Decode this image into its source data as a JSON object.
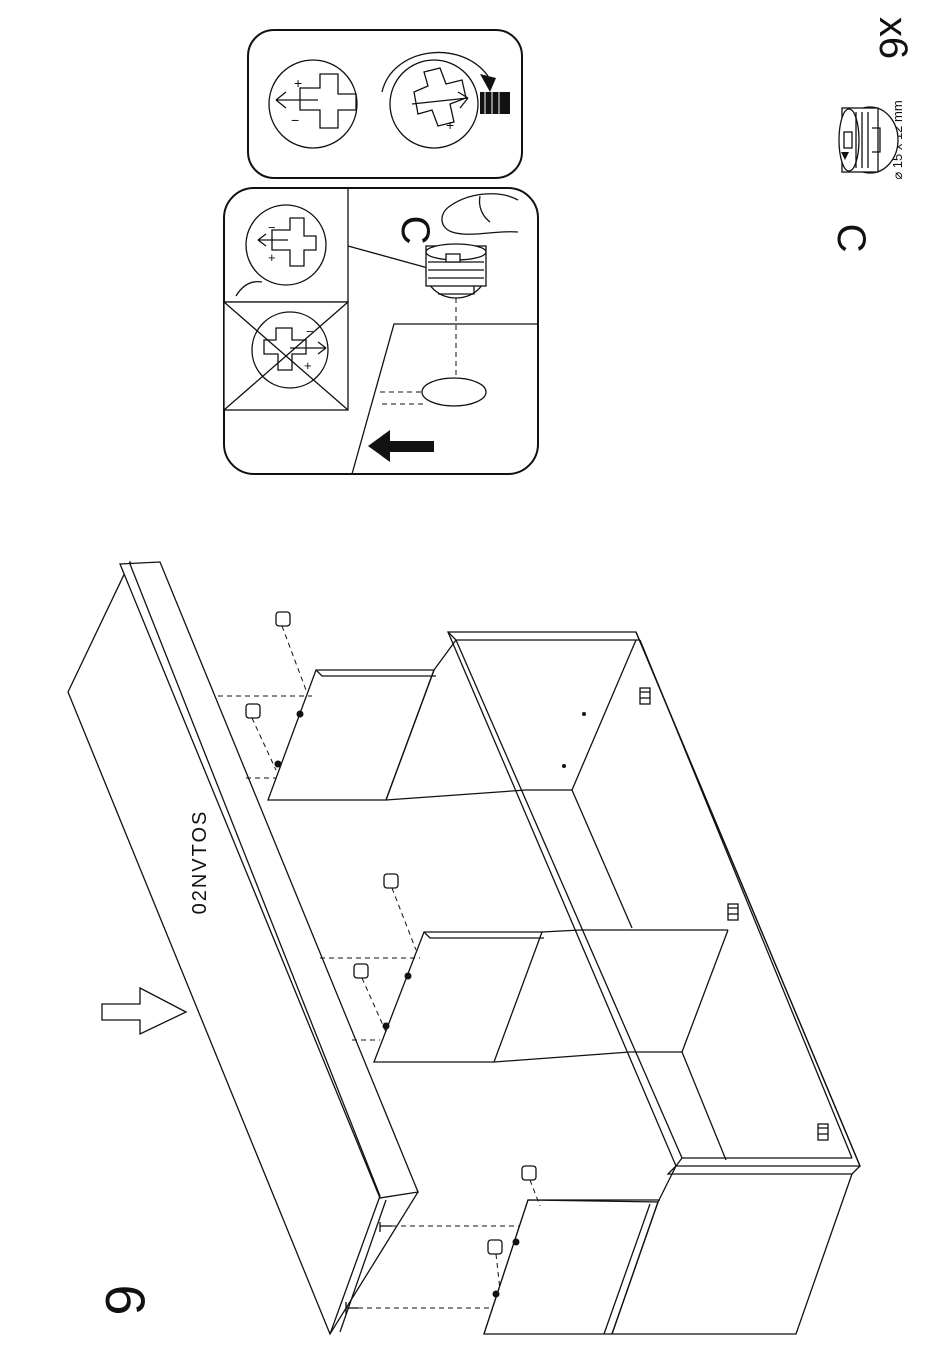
{
  "step": {
    "number": "6"
  },
  "panel_text": {
    "brand": "02NVTOS"
  },
  "part": {
    "letter": "C",
    "count": "x6",
    "dimensions": "⌀ 15 x 12 mm"
  },
  "callout": {
    "part_letter": "C"
  },
  "cam_signs": {
    "plus": "+",
    "minus": "−"
  }
}
